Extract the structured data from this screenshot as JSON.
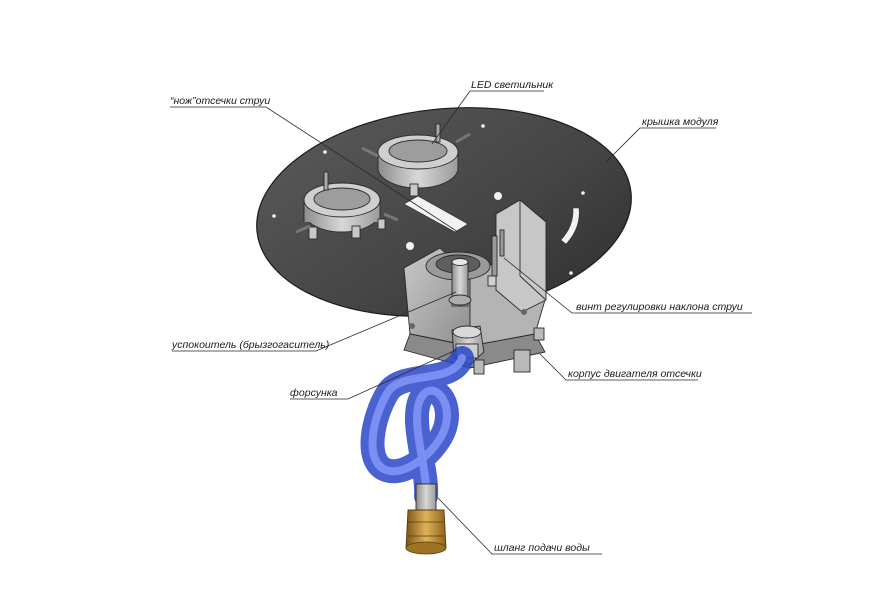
{
  "labels": {
    "knife": "“нож”отсечки струи",
    "led": "LED светильник",
    "cover": "крышка модуля",
    "tilt_screw": "винт регулировки наклона струи",
    "damper": "успокоитель (брызгогаситель)",
    "nozzle": "форсунка",
    "motor_housing": "корпус двигателя отсечки",
    "hose": "шланг подачи воды"
  },
  "colors": {
    "plate": "#474747",
    "metal": "#b9b9b9",
    "metal_dark": "#7e7e7e",
    "hose_blue": "#3a5fe0",
    "brass": "#b8862a"
  }
}
